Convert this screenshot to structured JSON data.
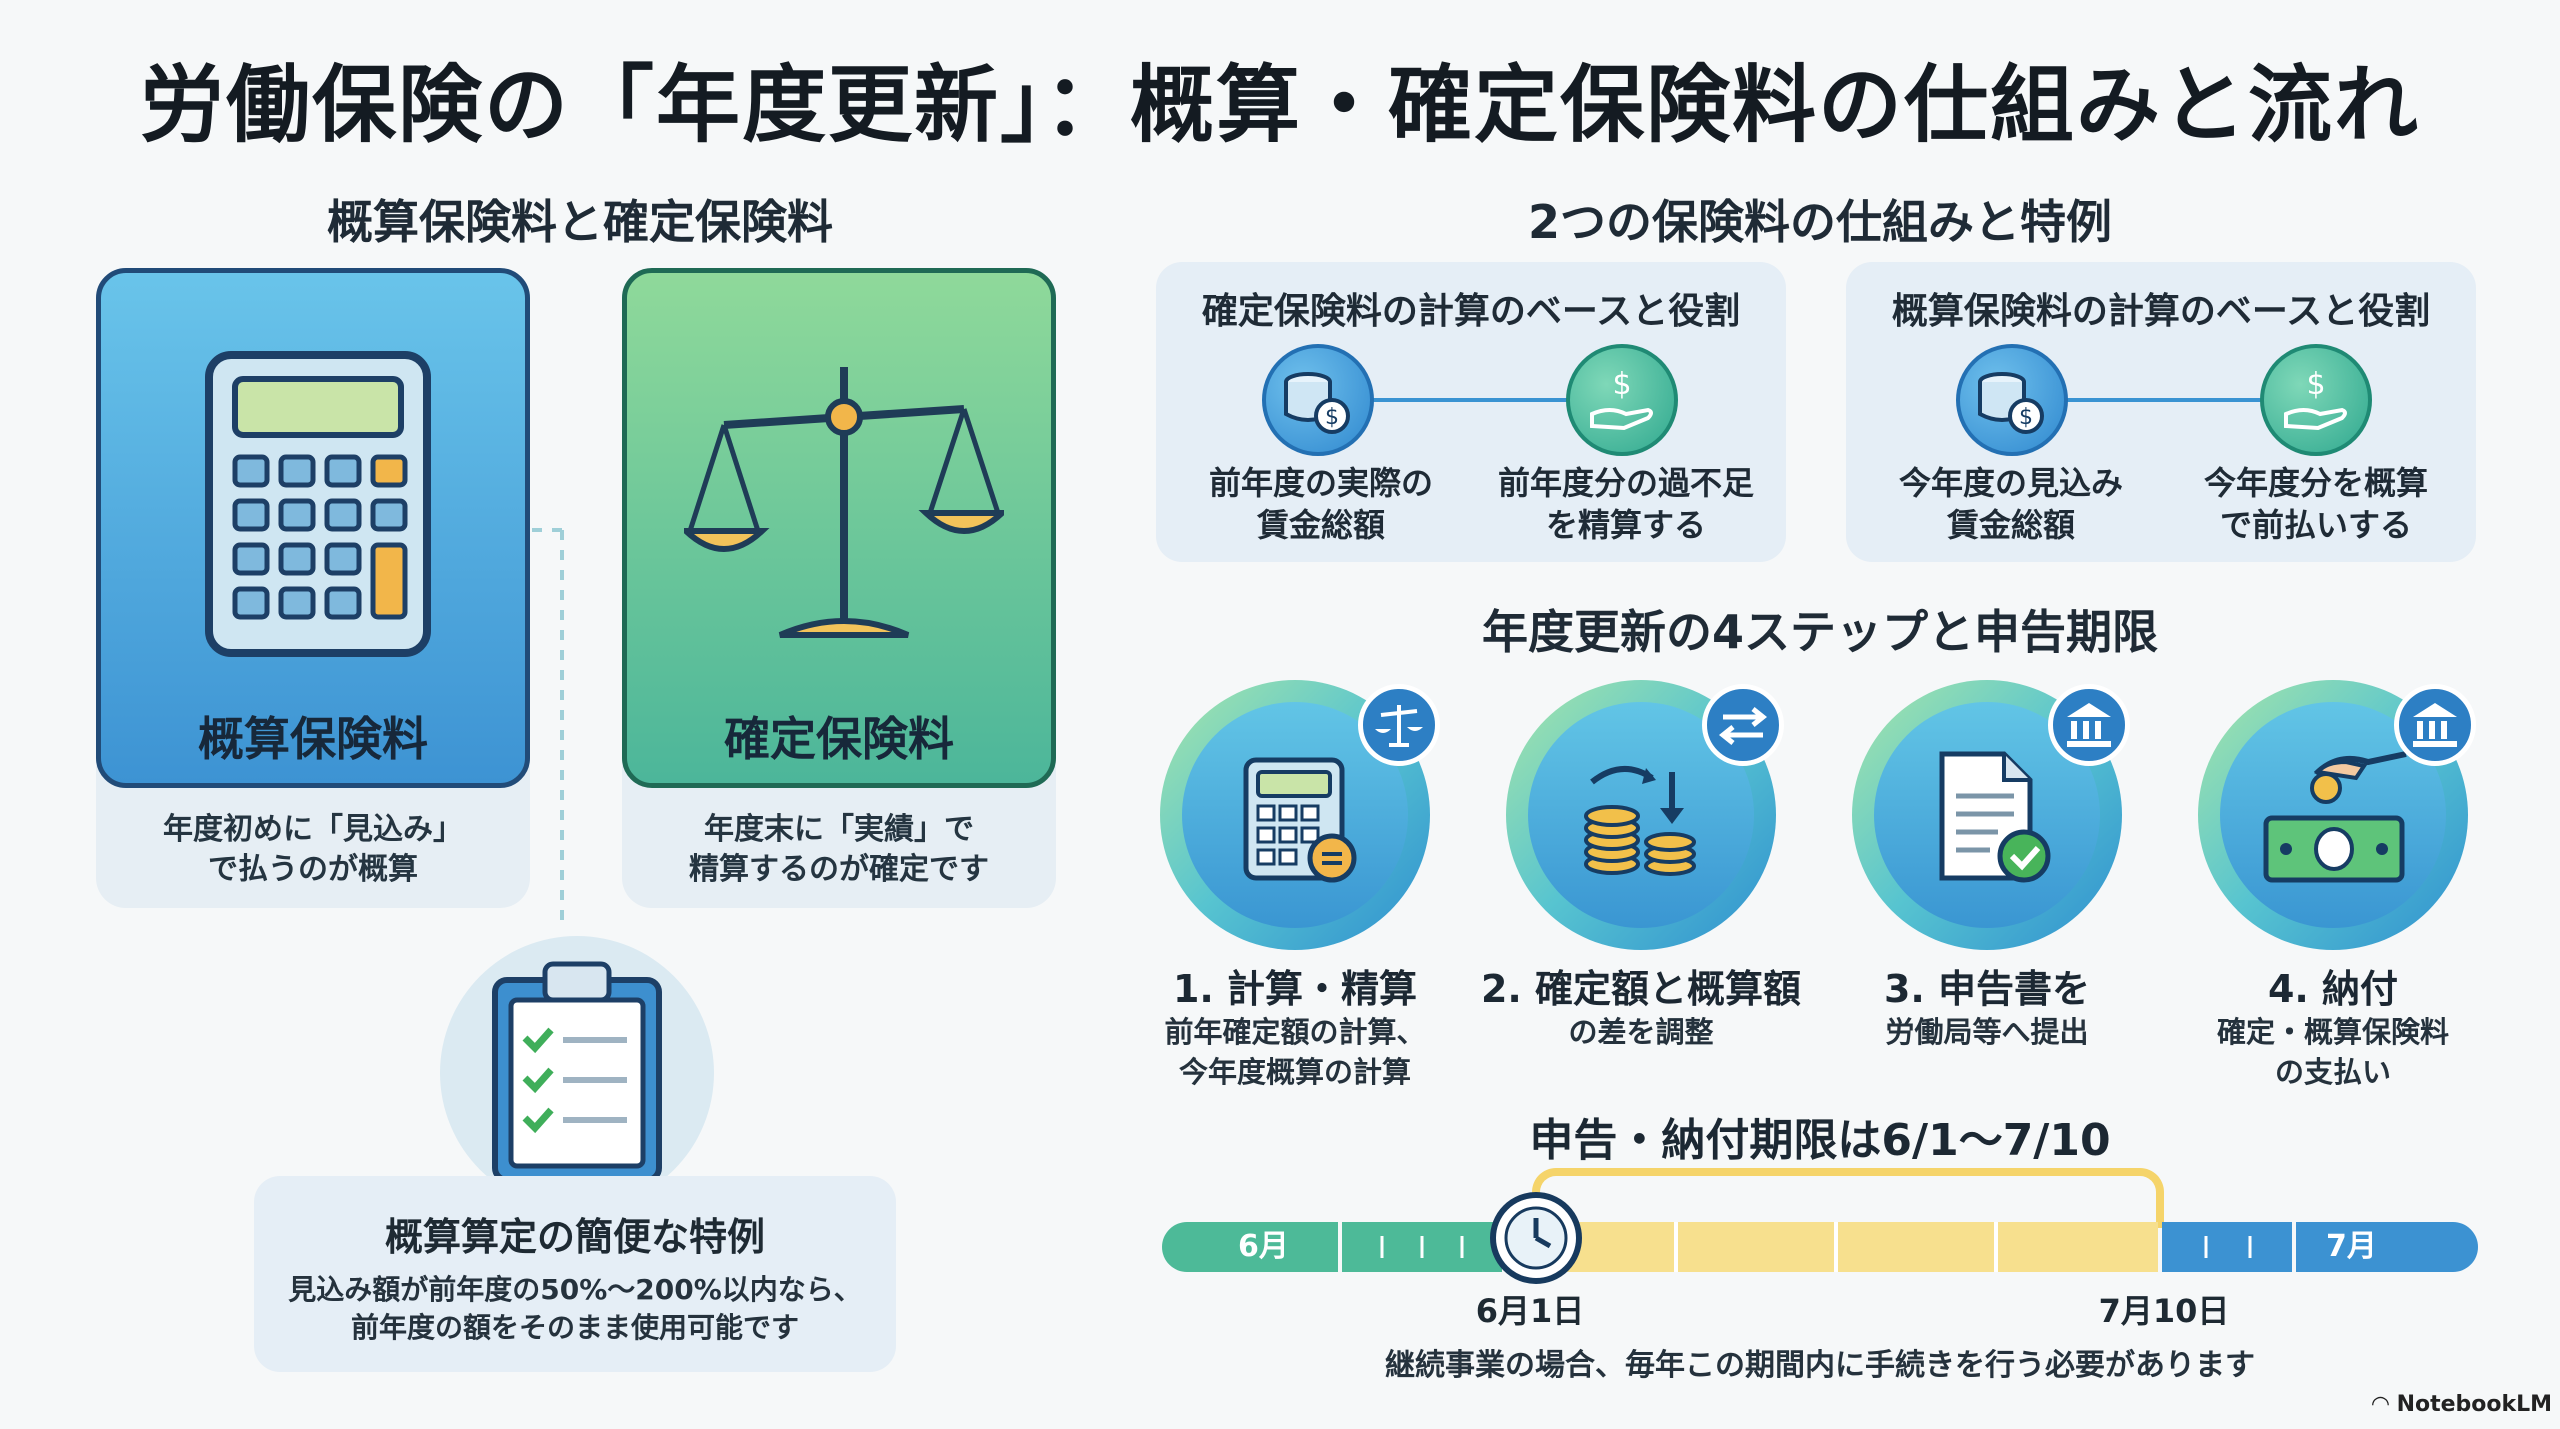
{
  "title": "労働保険の「年度更新」：概算・確定保険料の仕組みと流れ",
  "left": {
    "heading": "概算保険料と確定保険料",
    "cards": [
      {
        "label": "概算保険料",
        "desc_line1": "年度初めに「見込み」",
        "desc_line2": "で払うのが概算"
      },
      {
        "label": "確定保険料",
        "desc_line1": "年度末に「実績」で",
        "desc_line2": "精算するのが確定です"
      }
    ],
    "special": {
      "title": "概算算定の簡便な特例",
      "line1": "見込み額が前年度の50%〜200%以内なら、",
      "line2": "前年度の額をそのまま使用可能です"
    }
  },
  "right": {
    "heading": "2つの保険料の仕組みと特例",
    "panels": [
      {
        "title": "確定保険料の計算のベースと役割",
        "left_line1": "前年度の実際の",
        "left_line2": "賃金総額",
        "right_line1": "前年度分の過不足",
        "right_line2": "を精算する"
      },
      {
        "title": "概算保険料の計算のベースと役割",
        "left_line1": "今年度の見込み",
        "left_line2": "賃金総額",
        "right_line1": "今年度分を概算",
        "right_line2": "で前払いする"
      }
    ],
    "steps_heading": "年度更新の4ステップと申告期限",
    "steps": [
      {
        "title": "1. 計算・精算",
        "desc_line1": "前年確定額の計算、",
        "desc_line2": "今年度概算の計算"
      },
      {
        "title": "2. 確定額と概算額",
        "desc_line1": "の差を調整",
        "desc_line2": ""
      },
      {
        "title": "3. 申告書を",
        "desc_line1": "労働局等へ提出",
        "desc_line2": ""
      },
      {
        "title": "4. 納付",
        "desc_line1": "確定・概算保険料",
        "desc_line2": "の支払い"
      }
    ],
    "deadline": {
      "title": "申告・納付期限は6/1〜7/10",
      "month_june": "6月",
      "month_july": "7月",
      "start_label": "6月1日",
      "end_label": "7月10日",
      "note": "継続事業の場合、毎年この期間内に手続きを行う必要があります"
    }
  },
  "brand": "NotebookLM",
  "colors": {
    "blue": "#3d93d3",
    "green": "#4cb69a",
    "yellow": "#f5d46a",
    "navy": "#214b78"
  }
}
